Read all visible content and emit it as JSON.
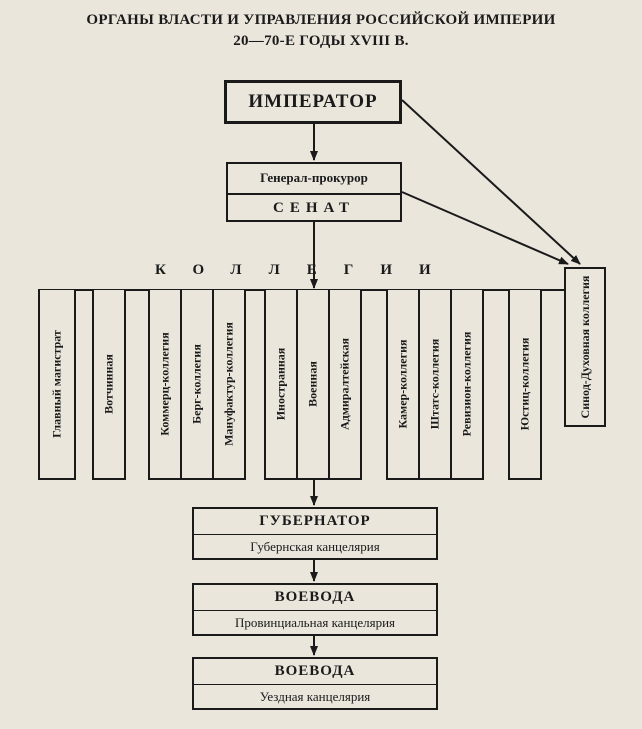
{
  "title": {
    "line1": "ОРГАНЫ ВЛАСТИ И УПРАВЛЕНИЯ РОССИЙСКОЙ ИМПЕРИИ",
    "line2": "20—70-Е ГОДЫ XVIII В."
  },
  "emperor": "ИМПЕРАТОР",
  "procurator": "Генерал-прокурор",
  "senate": "СЕНАТ",
  "collegia_label": "КОЛЛЕГИИ",
  "sinod": "Синод-Духовная коллегия",
  "collegia": [
    "Главный магистрат",
    "Вотчинная",
    "Коммерц-коллегия",
    "Берг-коллегия",
    "Мануфактур-коллегия",
    "Иностранная",
    "Военная",
    "Адмиралтейская",
    "Камер-коллегия",
    "Штатс-коллегия",
    "Ревизион-коллегия",
    "Юстиц-коллегия"
  ],
  "governor": {
    "title": "ГУБЕРНАТОР",
    "office": "Губернская канцелярия"
  },
  "voevoda_province": {
    "title": "ВОЕВОДА",
    "office": "Провинциальная канцелярия"
  },
  "voevoda_uezd": {
    "title": "ВОЕВОДА",
    "office": "Уездная канцелярия"
  }
}
